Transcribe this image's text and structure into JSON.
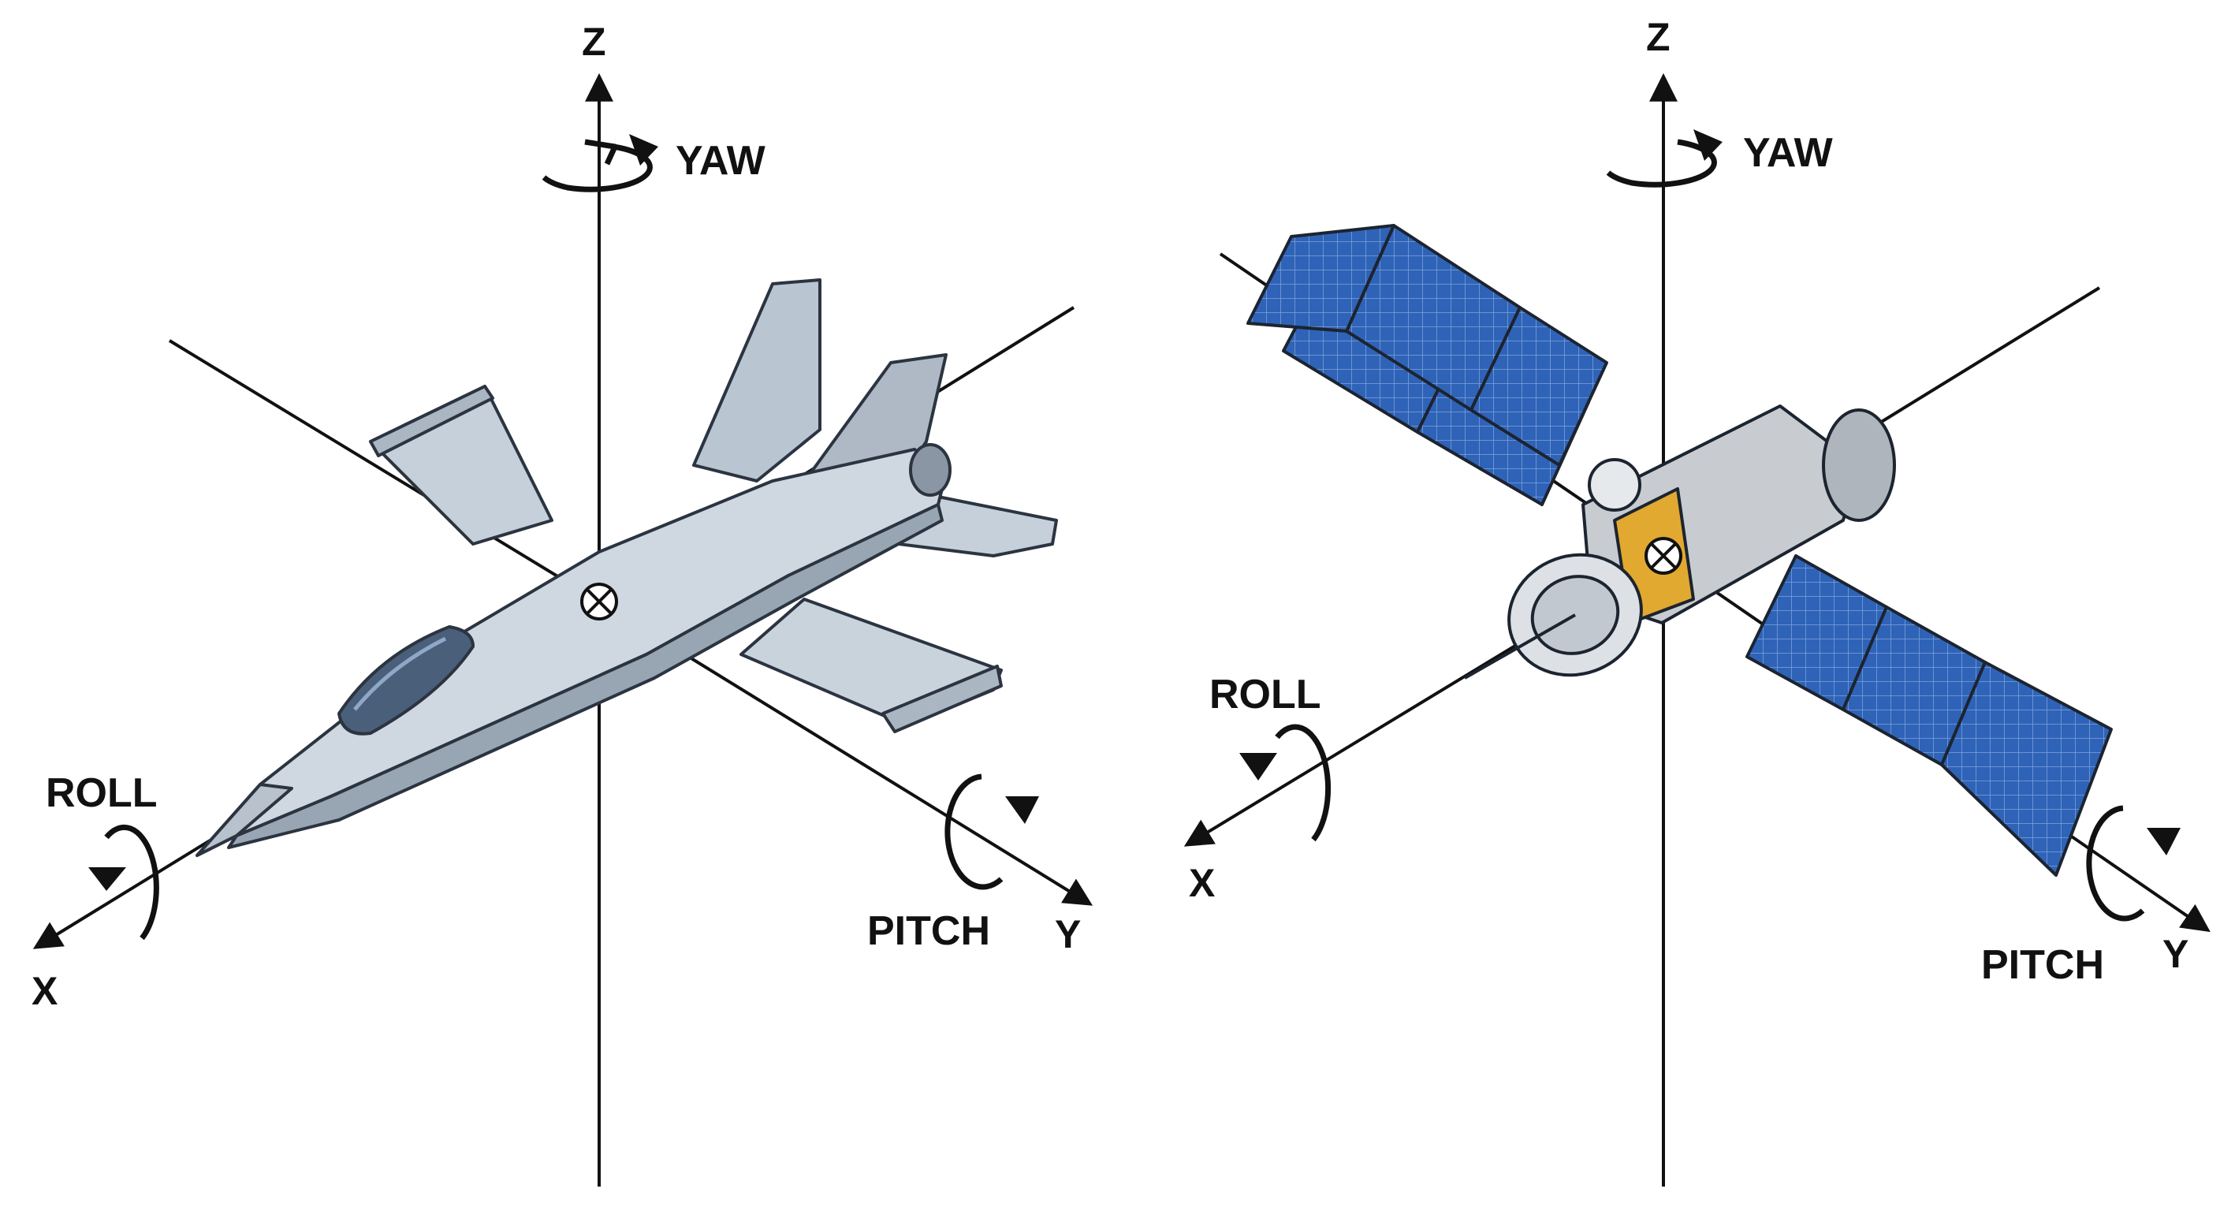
{
  "diagrams": [
    {
      "id": "aircraft",
      "axes": {
        "x": "X",
        "y": "Y",
        "z": "Z"
      },
      "rotations": {
        "yaw": "YAW",
        "roll": "ROLL",
        "pitch": "PITCH"
      }
    },
    {
      "id": "satellite",
      "axes": {
        "x": "X",
        "y": "Y",
        "z": "Z"
      },
      "rotations": {
        "yaw": "YAW",
        "roll": "ROLL",
        "pitch": "PITCH"
      }
    }
  ],
  "colors": {
    "line": "#111111",
    "aircraft_body": "#c9d3dc",
    "aircraft_shadow": "#8e9ba8",
    "canopy": "#4a5f7a",
    "solar_panel": "#2f63b8",
    "solar_panel_light": "#6f9de0",
    "bus_gold": "#e1a930",
    "bus_silver": "#c8ccd1"
  }
}
